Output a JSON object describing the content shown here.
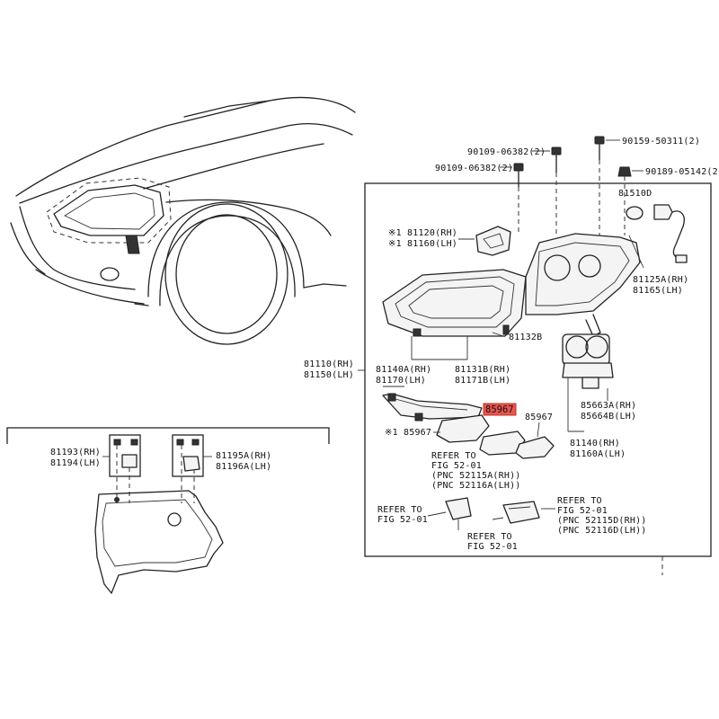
{
  "highlight_color": "#e8554e",
  "labels": {
    "bolt_top_left": "90109-06382(2)",
    "bolt_top_right": "90159-50311(2)",
    "bolt_mid_left": "90109-06382(2)",
    "bolt_mid_right": "90189-05142(2)",
    "part_81510d": "81510D",
    "part_81120": "※1 81120(RH)",
    "part_81160": "※1 81160(LH)",
    "part_81125a": "81125A(RH)",
    "part_81165": "81165(LH)",
    "part_81132b": "81132B",
    "part_81110": "81110(RH)",
    "part_81150": "81150(LH)",
    "part_81140a": "81140A(RH)",
    "part_81170": "81170(LH)",
    "part_81131b": "81131B(RH)",
    "part_81171b": "81171B(LH)",
    "part_85663a": "85663A(RH)",
    "part_85664b": "85664B(LH)",
    "part_85967_highlight": "85967",
    "part_85967_right": "85967",
    "part_85967_left": "※1 85967",
    "part_81140": "81140(RH)",
    "part_81160a": "81160A(LH)",
    "refer_1_line1": "REFER TO",
    "refer_1_line2": "FIG 52-01",
    "refer_1_line3": "(PNC 52115A(RH))",
    "refer_1_line4": "(PNC 52116A(LH))",
    "refer_2_line1": "REFER TO",
    "refer_2_line2": "FIG 52-01",
    "refer_3_line1": "REFER TO",
    "refer_3_line2": "FIG 52-01",
    "refer_3_line3": "(PNC 52115D(RH))",
    "refer_3_line4": "(PNC 52116D(LH))",
    "refer_4_line1": "REFER TO",
    "refer_4_line2": "FIG 52-01",
    "part_81193": "81193(RH)",
    "part_81194": "81194(LH)",
    "part_81195a": "81195A(RH)",
    "part_81196a": "81196A(LH)"
  }
}
